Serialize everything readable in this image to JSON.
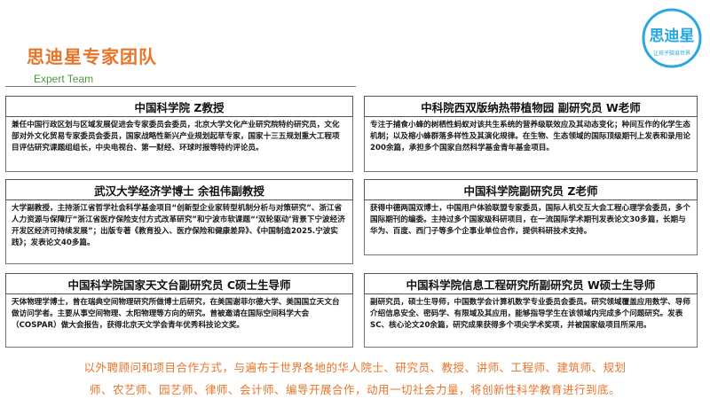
{
  "header": {
    "title": "思迪星专家团队",
    "subtitle": "Expert Team"
  },
  "logo": {
    "text": "思迪星",
    "tagline": "让孩子脑谁世界",
    "ring_color": "#2aa8e0"
  },
  "experts": [
    {
      "title": "中国科学院  Z教授",
      "body": "兼任中国行政区划与区域发展促进会专家委员会委员，北京大学文化产业研究院特约研究员，文化部对外文化贸易专家委员会委员，国家战略性新兴产业规划起草专家，国家十三五规划重大工程项目评估研究课题组组长，中央电视台、第一财经、环球时报等特约评论员。"
    },
    {
      "title": "中科院西双版纳热带植物园 副研究员  W老师",
      "body": "专注于捕食小蜂的树栖性蚂蚁对该共生系统的营养级联效应及其动态变化；种间互作的化学生态机制；以及榕小蜂群落多样性及其演化规律。在生物、生态领域的国际顶级期刊上发表和录用论200余篇，承担多个国家自然科学基金青年基金项目。"
    },
    {
      "title": "武汉大学经济学博士  余祖伟副教授",
      "body": "大学副教授，主持浙江省哲学社会科学基金项目“创新型企业家转型机制分析与对策研究”、浙江省人力资源与保障厅“浙江省医疗保险支付方式改革研究”和宁波市软课题“‘双轮驱动’背景下宁波经济开发区经济可持续发展”；出版专著《教育投入、医疗保险和健康差异》、《中国制造2025.宁波实践》；发表论文40多篇。"
    },
    {
      "title": "中国科学院副研究员  Z老师",
      "body": "获得中德两国双博士，中国用户体验联盟专家委员，国际人机交互大会工程心理学会委员，多个国际期刊的编委。主持过多个国家级科研项目，在一流国际学术期刊发表论文30多篇，长期与华为、百度、西门子等多个企事业单位合作，提供科研技术支持。"
    },
    {
      "title": "中国科学院国家天文台副研究员  C硕士生导师",
      "body": "天体物理学博士，曾在瑞典空间物理研究所做博士后研究，在美国谢菲尔德大学、美国国立天文台做访问学者。主要从事空间物理、太阳物理等方向的研究。曾被邀请在国际空间科学大会（COSPAR）做大会报告，获得北京天文学会青年优秀科技论文奖。"
    },
    {
      "title": "中国科学院信息工程研究所副研究员  W硕士生导师",
      "body": "副研究员，硕士生导师，中国数学会计算机数学专业委员会委员。研究领域覆盖应用数学、导师介绍信息安全、密码学、有限域及其应用，能够指导学生在该领域内完成多个问题研究。发表SC、核心论文20余篇，研究成果获得多个项尖学术奖项，并被国家级项目所采用。"
    }
  ],
  "footer": {
    "line1": "以外聘顾问和项目合作方式，与遍布于世界各地的华人院士、研究员、教授、讲师、工程师、建筑师、规划",
    "line2": "师、农艺师、园艺师、律师、会计师、编导开展合作，动用一切社会力量，将创新性科学教育进行到底。"
  },
  "colors": {
    "title": "#e8742a",
    "subtitle": "#4a9a3c",
    "footer": "#e8742a",
    "logo": "#2aa8e0"
  }
}
